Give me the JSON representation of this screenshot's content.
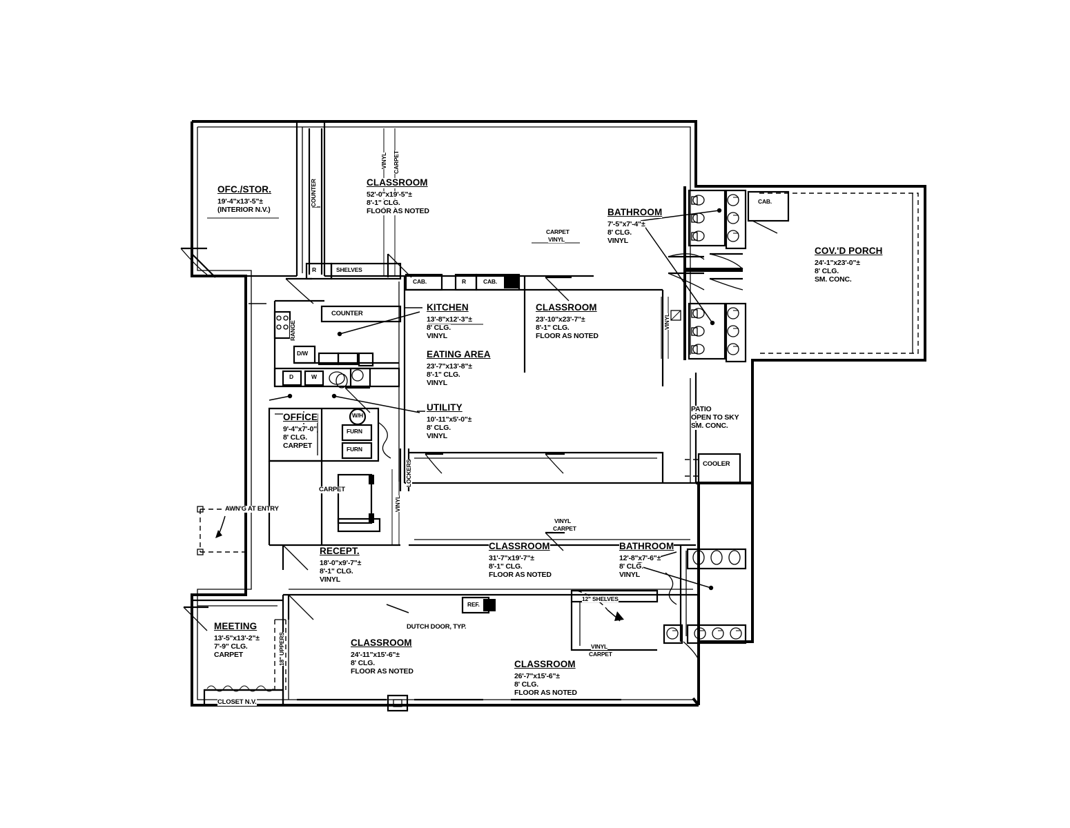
{
  "drawing": {
    "type": "architectural-floor-plan",
    "background_color": "#000000",
    "line_color": "#000000",
    "paper_color": "#ffffff"
  },
  "rooms": [
    {
      "id": "ofc-stor",
      "name": "OFC./STOR.",
      "dim": "19'-4\"x13'-5\"±",
      "note": "(INTERIOR N.V.)"
    },
    {
      "id": "classroom-1",
      "name": "CLASSROOM",
      "dim": "52'-0\"x19'-5\"±",
      "clg": "8'-1\" CLG.",
      "floor": "FLOOR AS NOTED"
    },
    {
      "id": "bathroom-1",
      "name": "BATHROOM",
      "dim": "7'-5\"x7'-4\"±",
      "clg": "8' CLG.",
      "floor": "VINYL"
    },
    {
      "id": "covd-porch",
      "name": "COV.'D PORCH",
      "dim": "24'-1\"x23'-0\"±",
      "clg": "8' CLG.",
      "floor": "SM. CONC."
    },
    {
      "id": "kitchen",
      "name": "KITCHEN",
      "dim": "13'-8\"x12'-3\"±",
      "clg": "8' CLG.",
      "floor": "VINYL"
    },
    {
      "id": "classroom-2",
      "name": "CLASSROOM",
      "dim": "23'-10\"x23'-7\"±",
      "clg": "8'-1\" CLG.",
      "floor": "FLOOR AS NOTED"
    },
    {
      "id": "eating-area",
      "name": "EATING AREA",
      "dim": "23'-7\"x13'-8\"±",
      "clg": "8'-1\" CLG.",
      "floor": "VINYL"
    },
    {
      "id": "utility",
      "name": "UTILITY",
      "dim": "10'-11\"x5'-0\"±",
      "clg": "8' CLG.",
      "floor": "VINYL"
    },
    {
      "id": "office",
      "name": "OFFICE",
      "dim": "9'-4\"x7'-0\"",
      "clg": "8' CLG.",
      "floor": "CARPET"
    },
    {
      "id": "recept",
      "name": "RECEPT.",
      "dim": "18'-0\"x9'-7\"±",
      "clg": "8'-1\" CLG.",
      "floor": "VINYL"
    },
    {
      "id": "classroom-3",
      "name": "CLASSROOM",
      "dim": "31'-7\"x19'-7\"±",
      "clg": "8'-1\" CLG.",
      "floor": "FLOOR AS NOTED"
    },
    {
      "id": "bathroom-2",
      "name": "BATHROOM",
      "dim": "12'-8\"x7'-6\"±",
      "clg": "8' CLG.",
      "floor": "VINYL"
    },
    {
      "id": "meeting",
      "name": "MEETING",
      "dim": "13'-5\"x13'-2\"±",
      "clg": "7'-9\" CLG.",
      "floor": "CARPET"
    },
    {
      "id": "classroom-4",
      "name": "CLASSROOM",
      "dim": "24'-11\"x15'-6\"±",
      "clg": "8' CLG.",
      "floor": "FLOOR AS NOTED"
    },
    {
      "id": "classroom-5",
      "name": "CLASSROOM",
      "dim": "26'-7\"x15'-6\"±",
      "clg": "8' CLG.",
      "floor": "FLOOR AS NOTED"
    }
  ],
  "patio": {
    "name": "PATIO",
    "line2": "OPEN TO SKY",
    "line3": "SM. CONC."
  },
  "annotations": {
    "awning": "AWN'G AT ENTRY",
    "dutch_door": "DUTCH DOOR, TYP.",
    "closet": "CLOSET N.V.",
    "shelves_12": "12\" SHELVES",
    "uppers_18": "18\" UPPERS",
    "shelves": "SHELVES",
    "counter_h": "COUNTER",
    "counter_v": "COUNTER",
    "lockers": "LOCKERS",
    "cooler": "COOLER",
    "ref": "REF.",
    "cab": "CAB.",
    "r": "R",
    "range": "RANGE",
    "dw": "D/W",
    "dryer": "D",
    "washer": "W",
    "wh": "W/H",
    "furn": "FURN"
  },
  "floor_finishes": {
    "vinyl": "VINYL",
    "carpet": "CARPET"
  }
}
